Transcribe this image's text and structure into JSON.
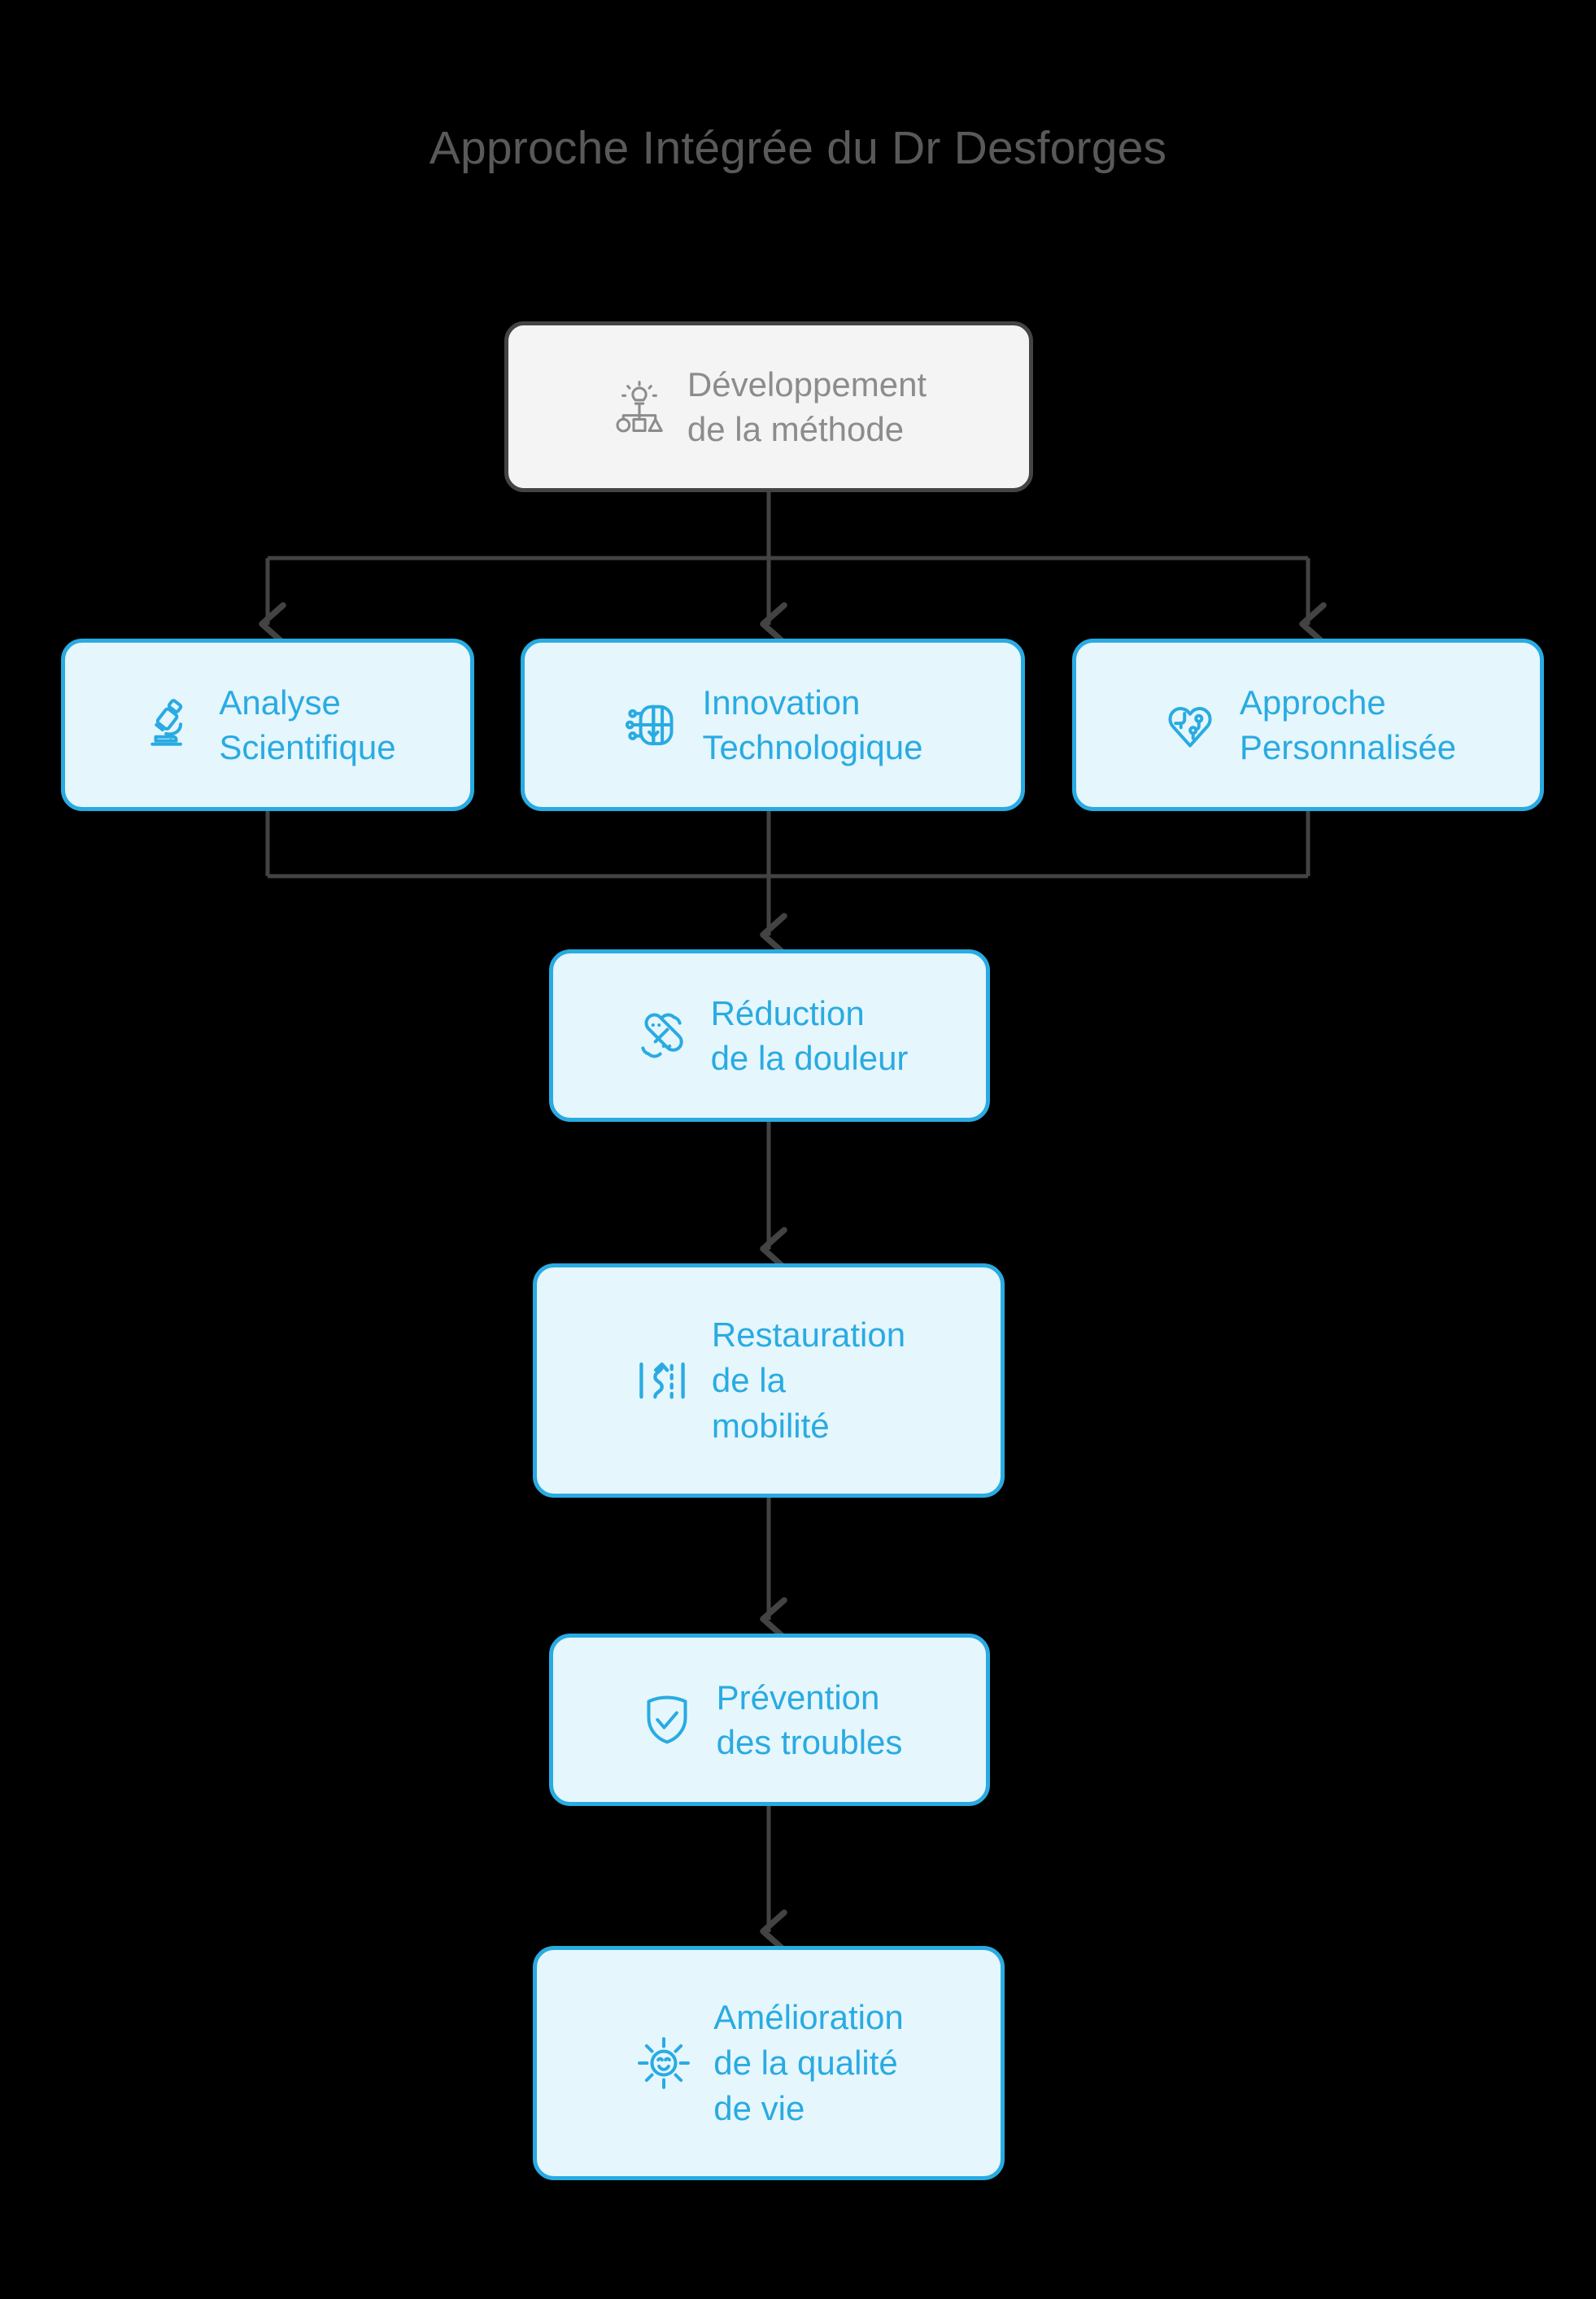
{
  "page": {
    "background_color": "#000000",
    "title": "Approche Intégrée du Dr Desforges",
    "title_color": "#595959"
  },
  "theme": {
    "accent_color": "#29abe2",
    "accent_fill": "#e6f6fd",
    "root_border_color": "#444444",
    "root_fill": "#f4f4f4",
    "root_text_color": "#8c8c8c",
    "connector_color": "#434343"
  },
  "nodes": [
    {
      "id": "developpement",
      "label": "Développement\nde la méthode",
      "icon": "lightbulb-hierarchy-icon",
      "style": "root"
    },
    {
      "id": "analyse",
      "label": "Analyse\nScientifique",
      "icon": "microscope-icon",
      "style": "accent"
    },
    {
      "id": "innovation",
      "label": "Innovation\nTechnologique",
      "icon": "brain-circuit-icon",
      "style": "accent"
    },
    {
      "id": "approche",
      "label": "Approche\nPersonnalisée",
      "icon": "heart-brain-icon",
      "style": "accent"
    },
    {
      "id": "reduction",
      "label": "Réduction\nde la douleur",
      "icon": "bandage-cross-icon",
      "style": "accent"
    },
    {
      "id": "restauration",
      "label": "Restauration\nde la\nmobilité",
      "icon": "mobility-path-icon",
      "style": "accent"
    },
    {
      "id": "prevention",
      "label": "Prévention\ndes troubles",
      "icon": "shield-check-icon",
      "style": "accent"
    },
    {
      "id": "amelioration",
      "label": "Amélioration\nde la qualité\nde vie",
      "icon": "smiling-sun-icon",
      "style": "accent"
    }
  ],
  "edges": [
    {
      "from": "developpement",
      "to": "analyse"
    },
    {
      "from": "developpement",
      "to": "innovation"
    },
    {
      "from": "developpement",
      "to": "approche"
    },
    {
      "from": "analyse",
      "to": "reduction"
    },
    {
      "from": "innovation",
      "to": "reduction"
    },
    {
      "from": "approche",
      "to": "reduction"
    },
    {
      "from": "reduction",
      "to": "restauration"
    },
    {
      "from": "restauration",
      "to": "prevention"
    },
    {
      "from": "prevention",
      "to": "amelioration"
    }
  ]
}
